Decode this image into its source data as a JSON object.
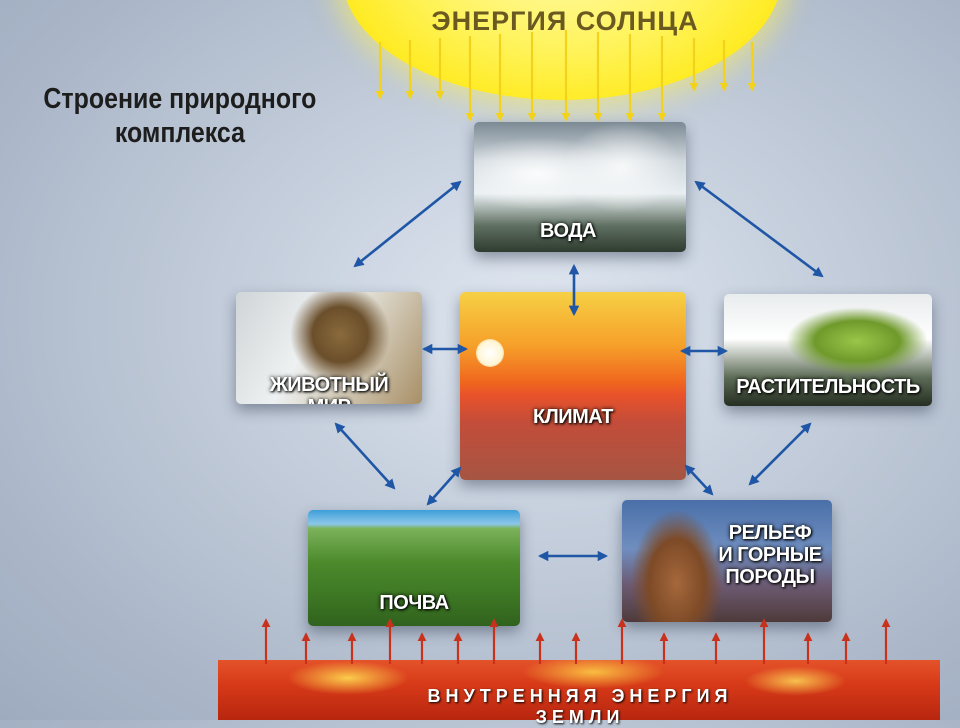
{
  "diagram": {
    "title_lines": [
      "Строение природного",
      "комплекса"
    ],
    "sun_label": "ЭНЕРГИЯ СОЛНЦА",
    "earth_label": "ВНУТРЕННЯЯ ЭНЕРГИЯ ЗЕМЛИ",
    "components": {
      "water": "ВОДА",
      "animals": "ЖИВОТНЫЙ МИР",
      "climate": "КЛИМАТ",
      "plants": "РАСТИТЕЛЬНОСТЬ",
      "soil": "ПОЧВА",
      "relief_lines": [
        "РЕЛЬЕФ",
        "И ГОРНЫЕ",
        "ПОРОДЫ"
      ]
    },
    "links": [
      [
        "water",
        "animals"
      ],
      [
        "water",
        "plants"
      ],
      [
        "water",
        "climate"
      ],
      [
        "animals",
        "climate"
      ],
      [
        "climate",
        "plants"
      ],
      [
        "animals",
        "soil"
      ],
      [
        "climate",
        "soil"
      ],
      [
        "climate",
        "relief"
      ],
      [
        "plants",
        "relief"
      ],
      [
        "soil",
        "relief"
      ]
    ],
    "colors": {
      "sun_arrows": "#f2d21a",
      "link_arrows": "#1f56a6",
      "earth_arrows": "#c8321c"
    }
  }
}
